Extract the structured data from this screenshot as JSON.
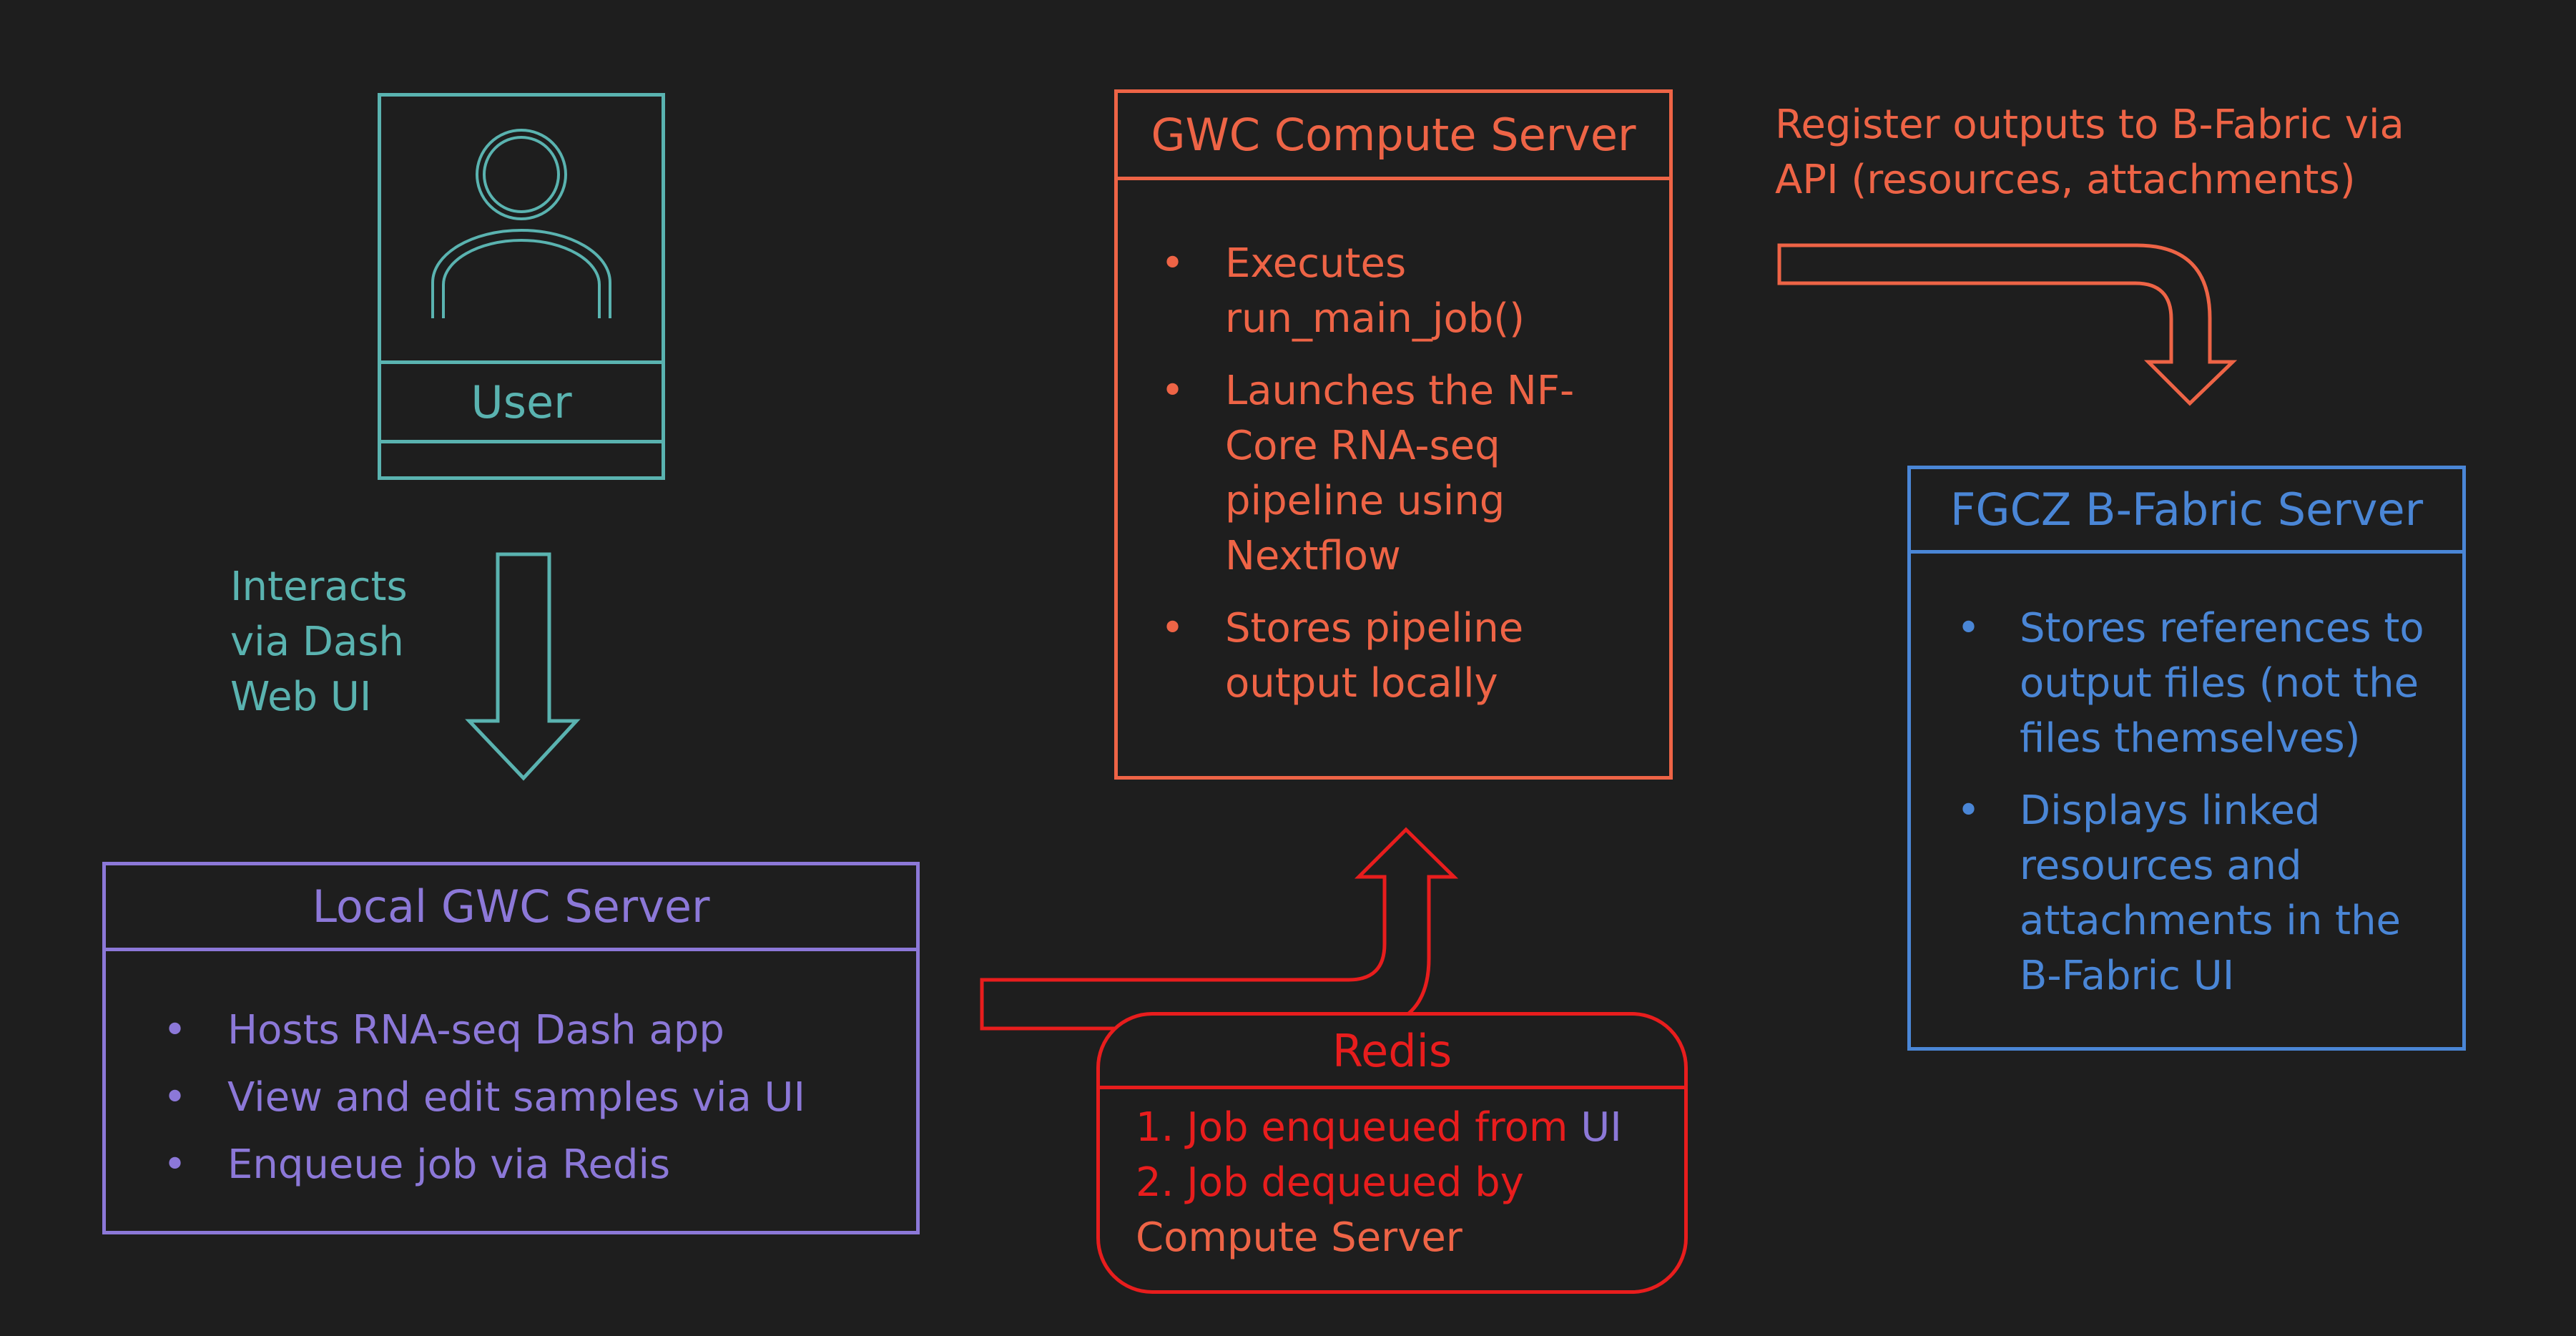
{
  "colors": {
    "teal": "#5ab3b0",
    "purple": "#8c78d8",
    "orange": "#ee6446",
    "blue": "#4a86d6",
    "red": "#e81d1d",
    "background": "#1e1e1e"
  },
  "user": {
    "label": "User",
    "icon": "person-icon"
  },
  "interacts_label": {
    "lines": [
      "Interacts",
      "via Dash",
      "Web UI"
    ]
  },
  "local_server": {
    "title": "Local GWC Server",
    "items": [
      "Hosts RNA-seq Dash app",
      "View and edit samples via UI",
      "Enqueue job via Redis"
    ]
  },
  "compute_server": {
    "title": "GWC Compute Server",
    "items": [
      {
        "lines": [
          "Executes",
          "run_main_job()"
        ]
      },
      {
        "lines": [
          "Launches the NF-",
          "Core RNA-seq",
          "pipeline using",
          "Nextflow"
        ]
      },
      {
        "lines": [
          "Stores pipeline",
          "output locally"
        ]
      }
    ]
  },
  "register_label": {
    "lines": [
      "Register outputs to B-Fabric via",
      "API (resources, attachments)"
    ]
  },
  "bfabric_server": {
    "title": "FGCZ B-Fabric Server",
    "items": [
      {
        "lines": [
          "Stores references to",
          "output files (not the",
          "files themselves)"
        ]
      },
      {
        "lines": [
          "Displays linked",
          "resources and",
          "attachments in the",
          "B-Fabric UI"
        ]
      }
    ]
  },
  "redis": {
    "title": "Redis",
    "line1_prefix": "1. Job enqueued from ",
    "line1_suffix": "UI",
    "line2": "2. Job dequeued by",
    "line3": "Compute Server"
  },
  "bullet_glyph": "•"
}
